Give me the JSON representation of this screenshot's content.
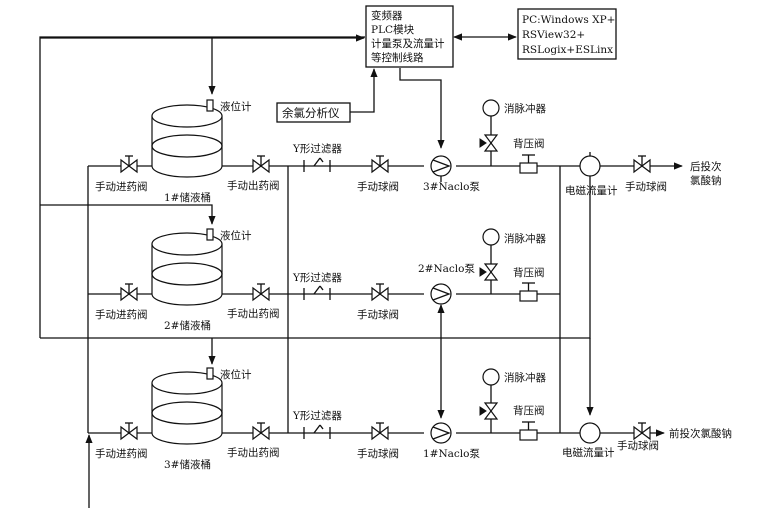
{
  "control_box": {
    "line1": "变频器",
    "line2": "PLC模块",
    "line3": "计量泵及流量计",
    "line4": "等控制线路"
  },
  "pc_box": {
    "line1": "PC:Windows XP+",
    "line2": "RSView32+",
    "line3": "RSLogix+ESLinx"
  },
  "analyzer_box": "余氯分析仪",
  "labels": {
    "level_gauge": "液位计",
    "manual_inlet_valve": "手动进药阀",
    "manual_outlet_valve": "手动出药阀",
    "manual_ball_valve": "手动球阀",
    "y_filter": "Y形过滤器",
    "pulse_damper": "消脉冲器",
    "back_pressure_valve": "背压阀",
    "em_flowmeter": "电磁流量计"
  },
  "tanks": [
    "1#储液桶",
    "2#储液桶",
    "3#储液桶"
  ],
  "pumps": [
    "3#Naclo泵",
    "2#Naclo泵",
    "1#Naclo泵"
  ],
  "outlets": {
    "top_line1": "后投次",
    "top_line2": "氯酸钠",
    "bottom": "前投次氯酸钠"
  }
}
